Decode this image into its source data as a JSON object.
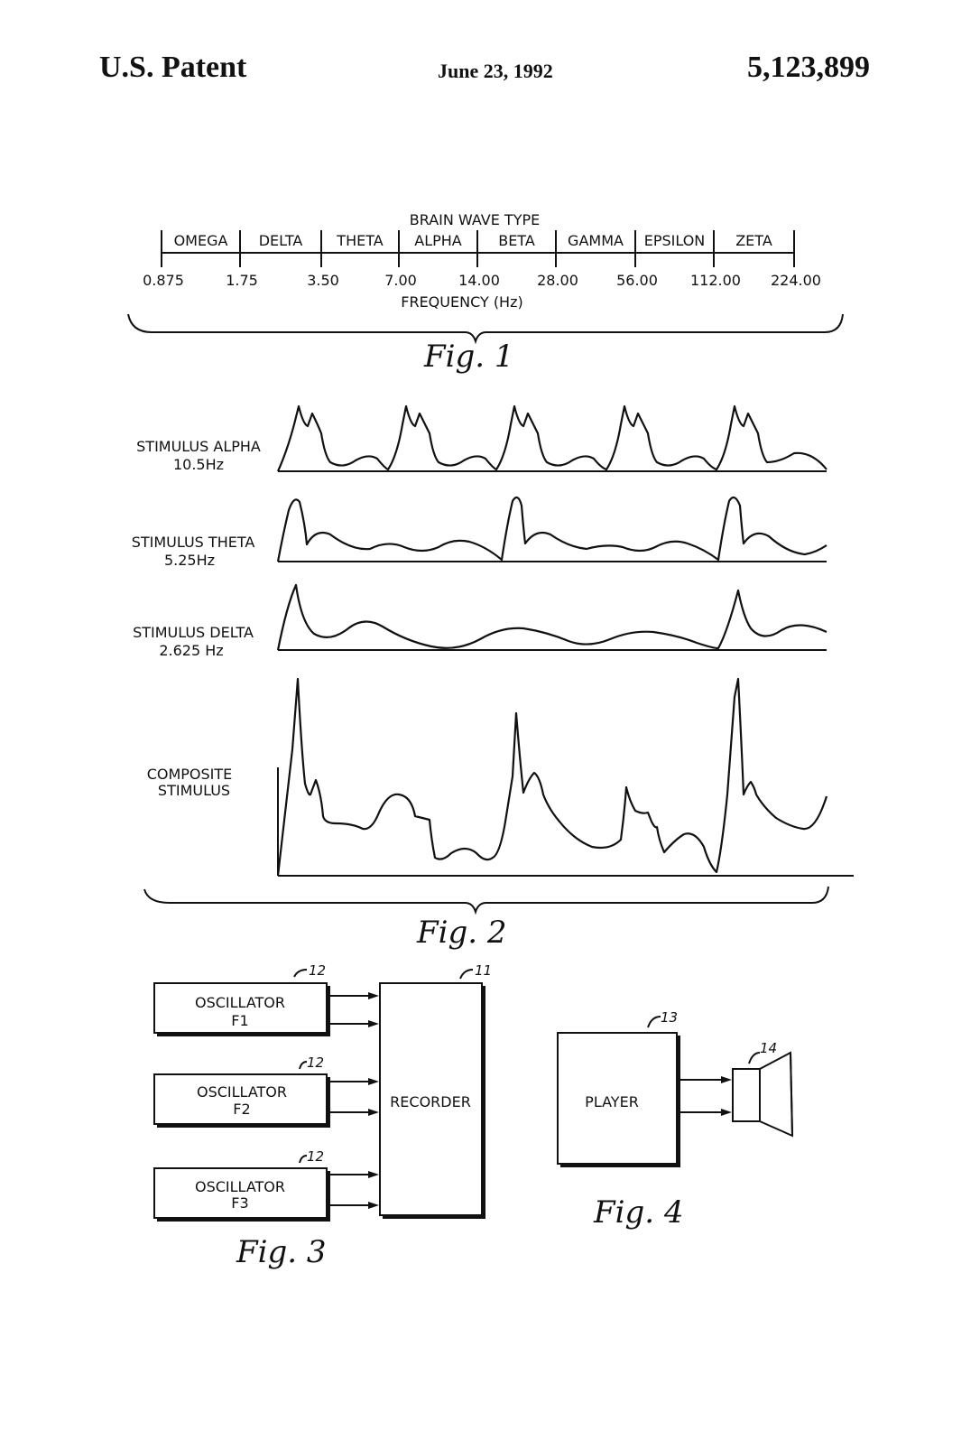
{
  "header": {
    "left": "U.S. Patent",
    "date": "June 23, 1992",
    "number": "5,123,899"
  },
  "fig1": {
    "title": "BRAIN WAVE TYPE",
    "bands": [
      "OMEGA",
      "DELTA",
      "THETA",
      "ALPHA",
      "BETA",
      "GAMMA",
      "EPSILON",
      "ZETA"
    ],
    "ticks": [
      "0.875",
      "1.75",
      "3.50",
      "7.00",
      "14.00",
      "28.00",
      "56.00",
      "112.00",
      "224.00"
    ],
    "axis_label": "FREQUENCY (Hz)",
    "caption": "Fig. 1"
  },
  "fig2": {
    "rows": [
      {
        "name": "STIMULUS ALPHA",
        "freq": "10.5Hz"
      },
      {
        "name": "STIMULUS THETA",
        "freq": "5.25Hz"
      },
      {
        "name": "STIMULUS DELTA",
        "freq": "2.625 Hz"
      },
      {
        "name": "COMPOSITE",
        "freq": "STIMULUS"
      }
    ],
    "caption": "Fig. 2"
  },
  "fig3": {
    "oscillators": [
      {
        "label": "OSCILLATOR",
        "sub": "F1",
        "ref": "12"
      },
      {
        "label": "OSCILLATOR",
        "sub": "F2",
        "ref": "12"
      },
      {
        "label": "OSCILLATOR",
        "sub": "F3",
        "ref": "12"
      }
    ],
    "recorder": {
      "label": "RECORDER",
      "ref": "11"
    },
    "caption": "Fig. 3"
  },
  "fig4": {
    "player": {
      "label": "PLAYER",
      "ref": "13"
    },
    "speaker_ref": "14",
    "caption": "Fig. 4"
  }
}
